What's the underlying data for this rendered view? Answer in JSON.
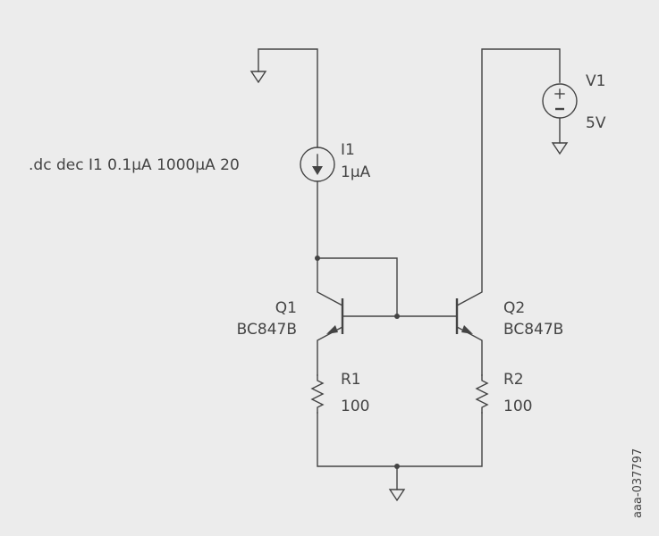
{
  "colors": {
    "background": "#ececec",
    "stroke": "#444444"
  },
  "spice_directive": ".dc dec I1 0.1µA 1000µA 20",
  "components": {
    "I1": {
      "name": "I1",
      "value": "1µA",
      "symbol": "current-source"
    },
    "V1": {
      "name": "V1",
      "value": "5V",
      "symbol": "voltage-source"
    },
    "Q1": {
      "name": "Q1",
      "value": "BC847B",
      "symbol": "pnp-transistor"
    },
    "Q2": {
      "name": "Q2",
      "value": "BC847B",
      "symbol": "pnp-transistor"
    },
    "R1": {
      "name": "R1",
      "value": "100",
      "symbol": "resistor"
    },
    "R2": {
      "name": "R2",
      "value": "100",
      "symbol": "resistor"
    }
  },
  "document_id": "aaa-037797"
}
